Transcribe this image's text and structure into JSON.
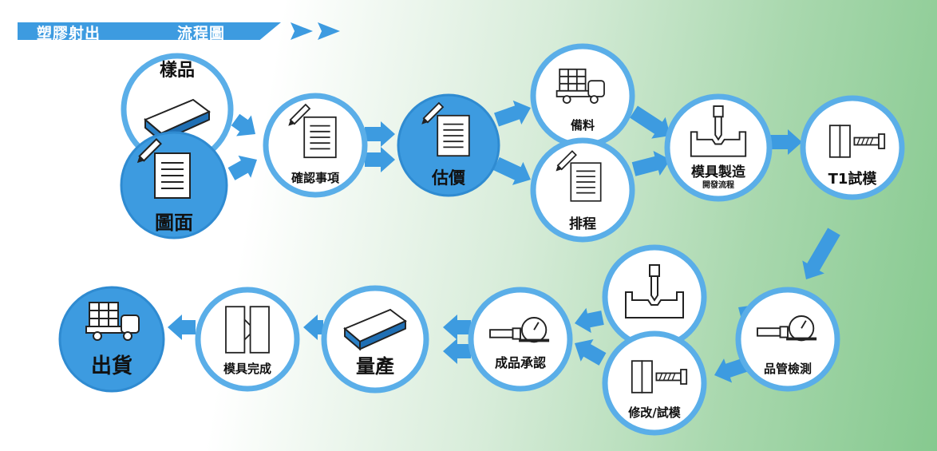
{
  "title": {
    "part1": "塑膠射出",
    "part2": "流程圖"
  },
  "colors": {
    "blue": "#3d9be0",
    "blue_dark": "#2f8bd1",
    "stroke": "#5aaee8",
    "white": "#ffffff",
    "text": "#111111"
  },
  "nodes": {
    "sample": {
      "label": "樣品",
      "icon": "box-icon"
    },
    "drawing": {
      "label": "圖面",
      "icon": "document-pencil-icon"
    },
    "confirm": {
      "label": "確認事項",
      "icon": "document-pencil-icon"
    },
    "quote": {
      "label": "估價",
      "icon": "document-pencil-icon"
    },
    "material": {
      "label": "備料",
      "icon": "truck-icon"
    },
    "schedule": {
      "label": "排程",
      "icon": "document-pencil-icon"
    },
    "mold_make": {
      "label": "模具製造",
      "sub": "開發流程",
      "icon": "mold-drill-icon"
    },
    "t1_trial": {
      "label": "T1試模",
      "icon": "injection-icon"
    },
    "qc": {
      "label": "品管檢測",
      "icon": "gauge-icon"
    },
    "mold_drill2": {
      "icon": "mold-drill-icon"
    },
    "modify": {
      "label": "修改/試模",
      "icon": "injection-icon"
    },
    "approval": {
      "label": "成品承認",
      "icon": "gauge-icon"
    },
    "mass": {
      "label": "量產",
      "icon": "box-icon"
    },
    "mold_done": {
      "label": "模具完成",
      "icon": "mold-icon"
    },
    "shipping": {
      "label": "出貨",
      "icon": "truck-icon"
    }
  }
}
